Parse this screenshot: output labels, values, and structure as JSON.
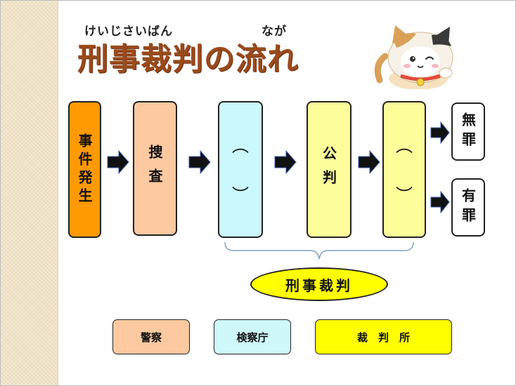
{
  "slide": {
    "title": "刑事裁判の流れ",
    "furigana_main": "けいじさいばん",
    "furigana_flow": "なが"
  },
  "flow": {
    "incident": "事件発生",
    "investigation": "捜査",
    "blank_1_open": "︵",
    "blank_1_close": "︶",
    "trial": "公判",
    "blank_2_open": "︵",
    "blank_2_close": "︶"
  },
  "verdicts": {
    "not_guilty": "無罪",
    "guilty": "有罪"
  },
  "bracket_label": "刑事裁判",
  "legend": {
    "police": "警察",
    "prosecutor": "検察庁",
    "court": "裁　判　所"
  },
  "colors": {
    "incident": "#ff9900",
    "investigation": "#fcc9a0",
    "blank": "#c9f9fc",
    "trial": "#fdfd99",
    "verdict": "#ffffff",
    "label": "#ffff00",
    "title": "#9a4a1c",
    "legend_police": "#fcc9a0",
    "legend_prosecutor": "#cff8fb",
    "legend_court": "#ffff00"
  }
}
